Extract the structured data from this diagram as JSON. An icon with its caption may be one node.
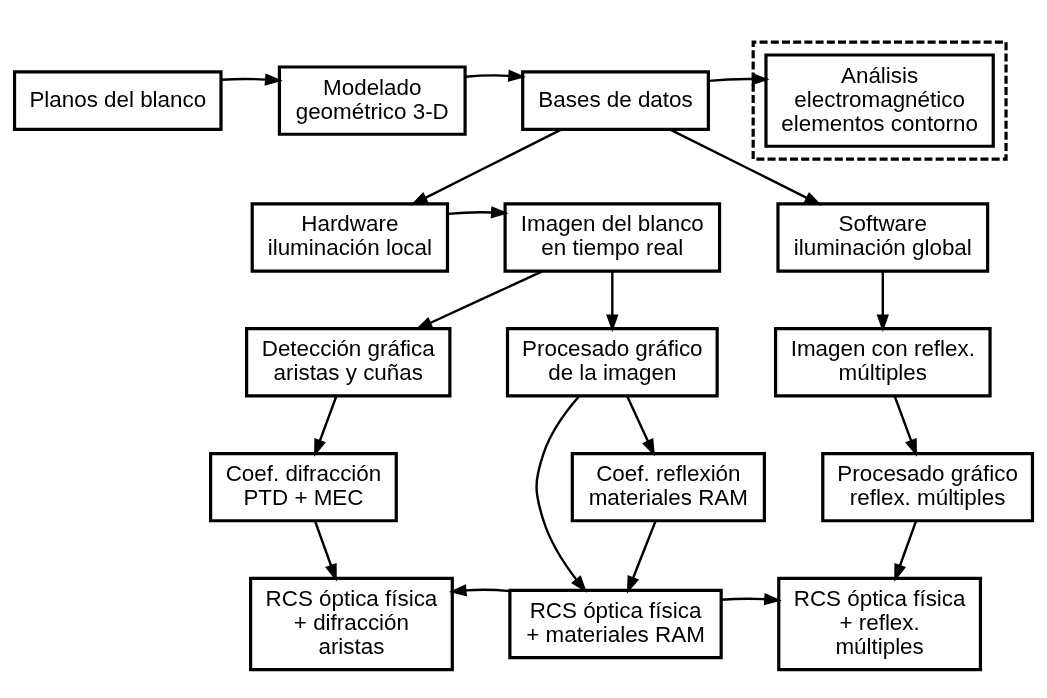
{
  "diagram": {
    "nodes": [
      {
        "text": [
          "Planos del blanco"
        ]
      },
      {
        "text": [
          "Modelado geométrico 3-D"
        ]
      },
      {
        "text": [
          "Bases de datos"
        ]
      },
      {
        "text": [],
        "shape": "box"
      },
      {
        "text": [
          "Análisis electromagnético elementos contorno"
        ],
        "in": 3
      },
      {
        "text": [
          "Hardware iluminación local"
        ]
      },
      {
        "text": [
          "Imagen del blanco en tiempo real"
        ]
      },
      {
        "text": [
          "Software iluminación global"
        ]
      },
      {
        "text": [
          "Detección gráfica aristas y cuñas"
        ]
      },
      {
        "text": [
          "Procesado gráfico de la imagen"
        ]
      },
      {
        "text": [
          "Imagen con reflex. múltiples"
        ]
      },
      {
        "text": [
          "Coef. difracción PTD + MEC"
        ]
      },
      {
        "text": [
          "Coef. reflexión materiales RAM"
        ]
      },
      {
        "text": [
          "Procesado gráfico reflex. múltiples"
        ]
      },
      {
        "text": [
          "RCS óptica física + difracción aristas"
        ]
      },
      {
        "text": [
          "RCS óptica física + materiales RAM"
        ]
      },
      {
        "text": [
          "RCS óptica física + reflex. múltiples"
        ]
      }
    ],
    "edges": [
      {
        "from": 0,
        "to": 1,
        "arrow": "to"
      },
      {
        "from": 1,
        "to": 2,
        "arrow": "to"
      },
      {
        "from": 2,
        "to": 4,
        "arrow": "to"
      },
      {
        "from": 2,
        "to": 5,
        "arrow": "to"
      },
      {
        "from": 5,
        "to": 6,
        "arrow": "to"
      },
      {
        "from": 2,
        "to": 7,
        "arrow": "to"
      },
      {
        "from": 6,
        "to": 8,
        "arrow": "to"
      },
      {
        "from": 6,
        "to": 9,
        "arrow": "to"
      },
      {
        "from": 7,
        "to": 10,
        "arrow": "to"
      },
      {
        "from": 8,
        "to": 11,
        "arrow": "to"
      },
      {
        "from": 9,
        "to": 12,
        "arrow": "to"
      },
      {
        "from": 9,
        "to": 15,
        "arrow": "to"
      },
      {
        "from": 10,
        "to": 13,
        "arrow": "to"
      },
      {
        "from": 11,
        "to": 14,
        "arrow": "to"
      },
      {
        "from": 12,
        "to": 15,
        "arrow": "to"
      },
      {
        "from": 13,
        "to": 16,
        "arrow": "to"
      },
      {
        "from": 15,
        "to": 14,
        "arrow": "to"
      },
      {
        "from": 15,
        "to": 16,
        "arrow": "to"
      }
    ]
  }
}
